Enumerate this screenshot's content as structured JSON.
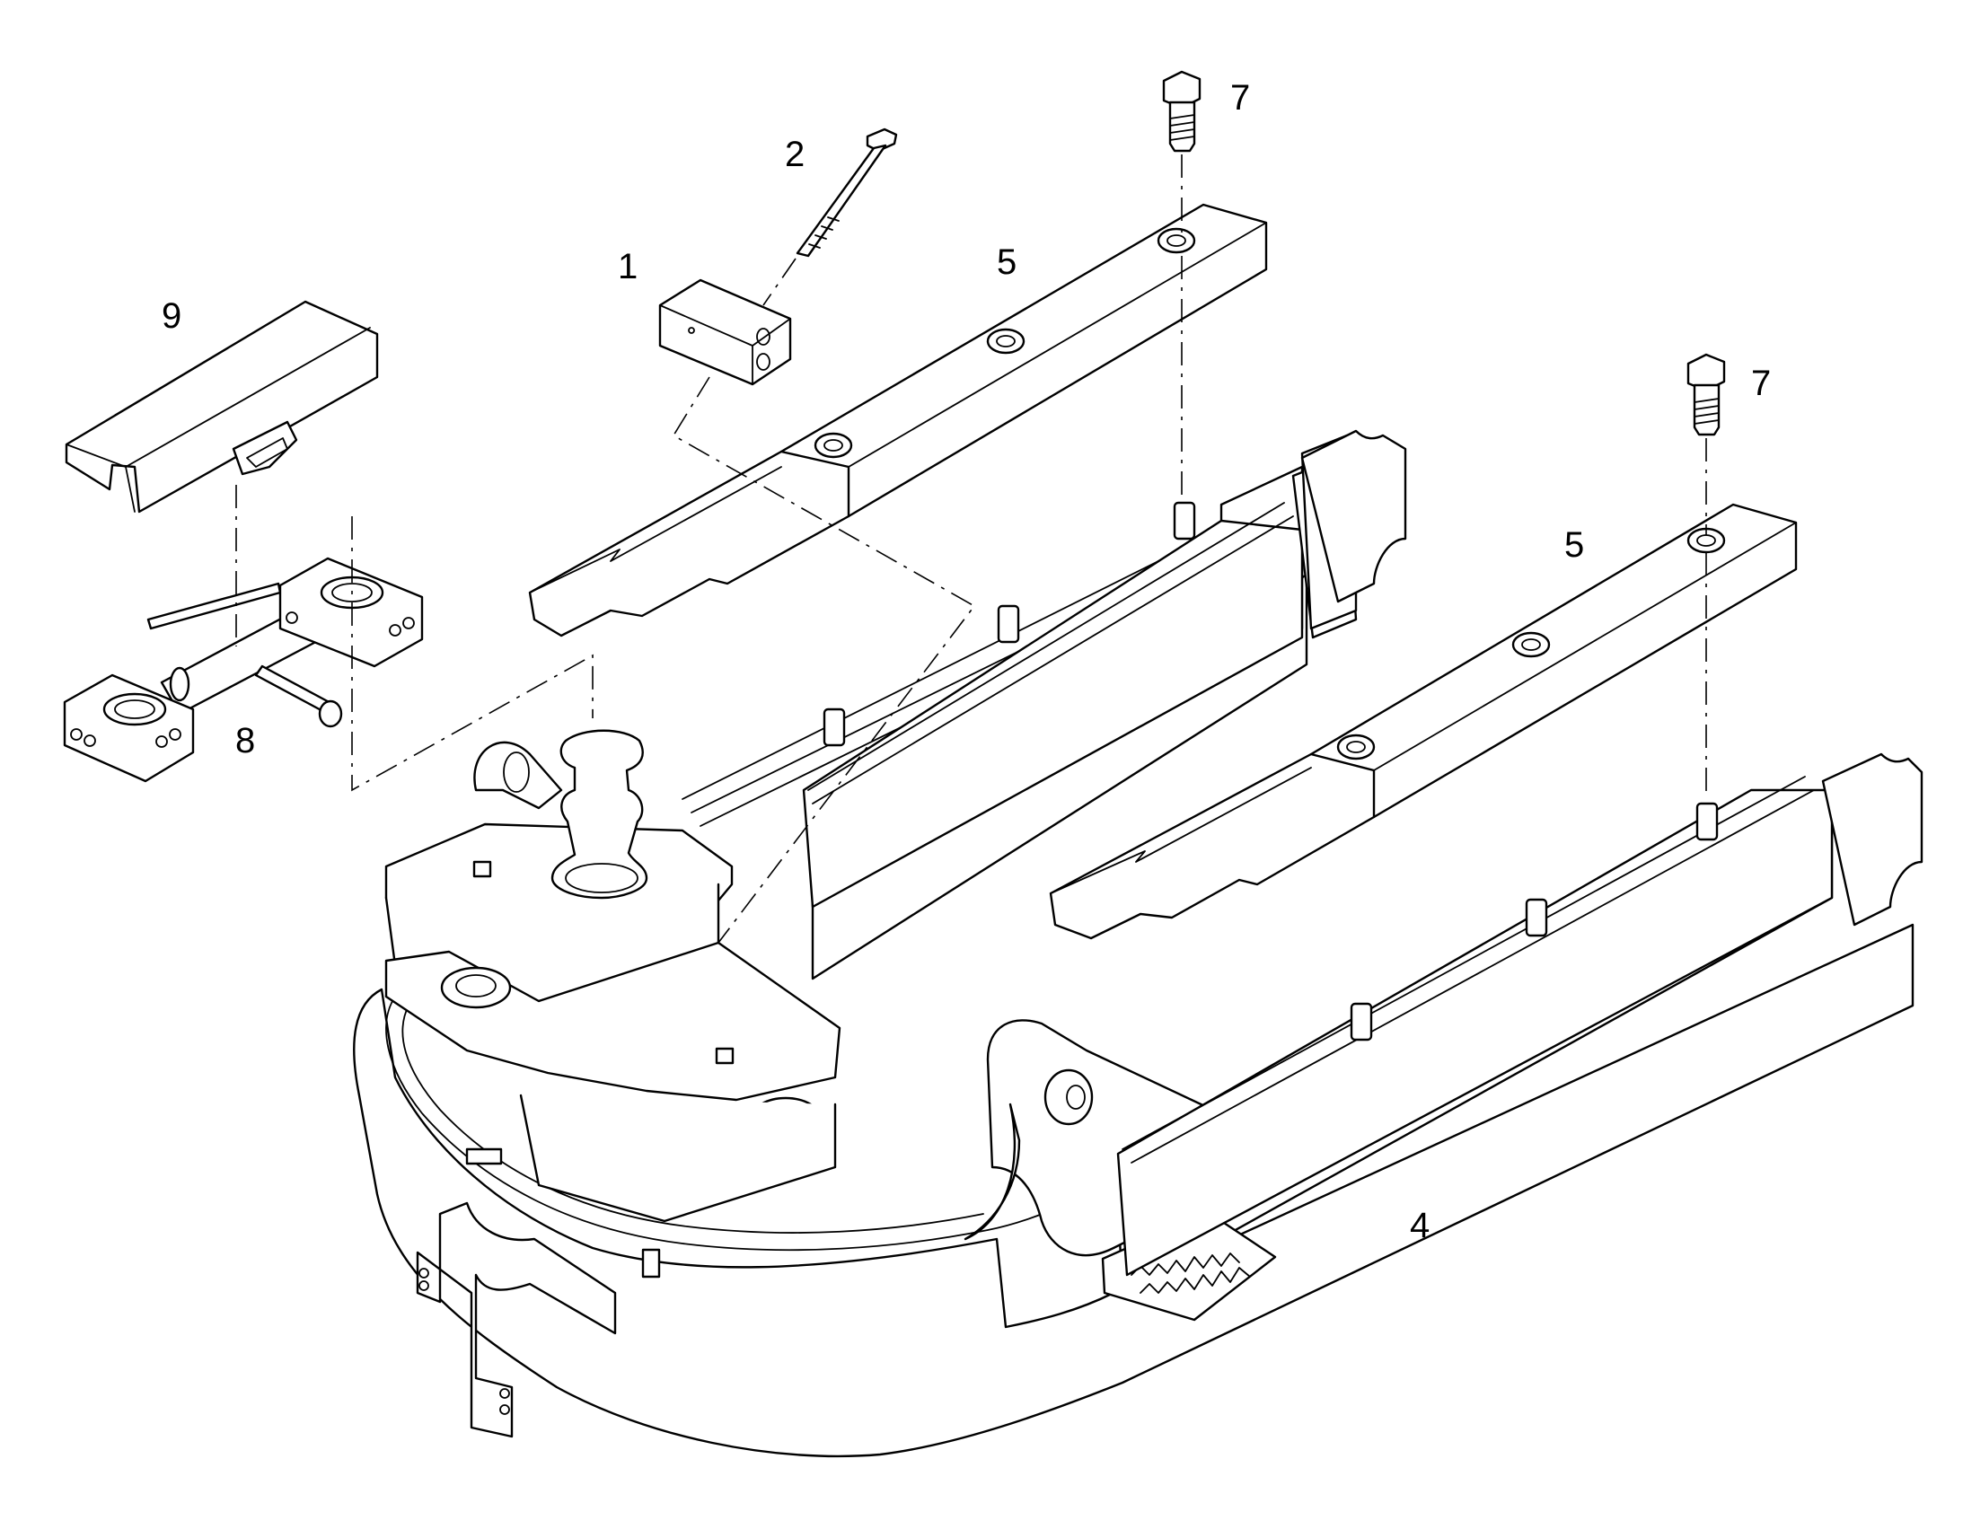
{
  "callouts": {
    "part_1": "1",
    "part_2": "2",
    "part_4": "4",
    "part_5_upper": "5",
    "part_5_lower": "5",
    "part_7_upper": "7",
    "part_7_lower": "7",
    "part_8": "8",
    "part_9": "9"
  },
  "colors": {
    "line": "#000000",
    "background": "#ffffff"
  }
}
